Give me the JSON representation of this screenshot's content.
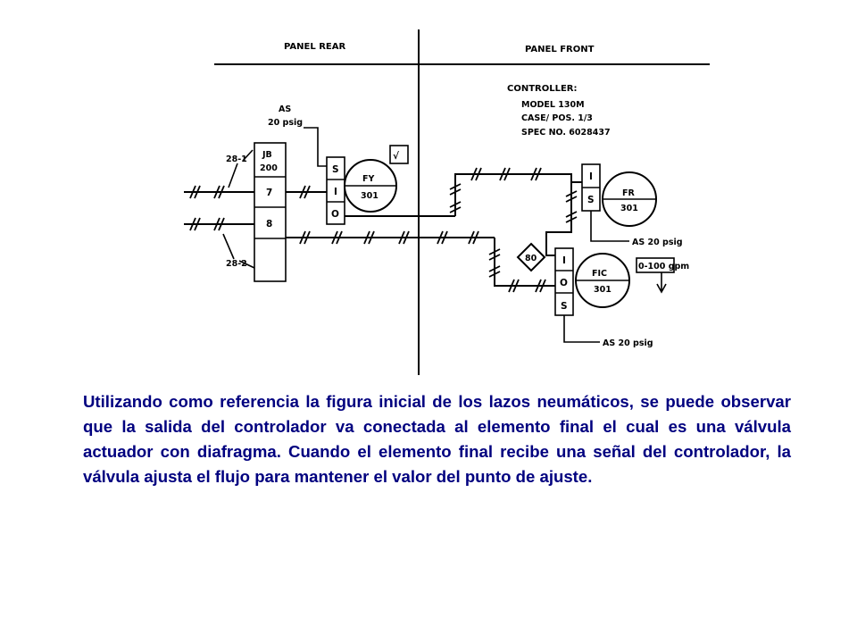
{
  "diagram": {
    "panel_rear": "PANEL REAR",
    "panel_front": "PANEL FRONT",
    "controller_info": [
      "CONTROLLER:",
      "MODEL 130M",
      "CASE/ POS. 1/3",
      "SPEC NO. 6028437"
    ],
    "as_top": [
      "AS",
      "20 psig"
    ],
    "tag_1": "28-1",
    "tag_2": "28-2",
    "jb": [
      "JB",
      "200"
    ],
    "jb_terms": [
      "7",
      "8"
    ],
    "fy": {
      "ports": [
        "S",
        "I",
        "O"
      ],
      "tag": "FY",
      "number": "301",
      "check": "√"
    },
    "fr": {
      "ports": [
        "I",
        "S"
      ],
      "tag": "FR",
      "number": "301",
      "supply": "AS 20 psig"
    },
    "fic": {
      "ports": [
        "I",
        "O",
        "S"
      ],
      "tag": "FIC",
      "number": "301",
      "supply": "AS 20 psig",
      "scale": "0-100 gpm",
      "interlock": "80"
    }
  },
  "caption": "Utilizando como referencia la figura inicial de los lazos neumáticos, se puede observar que la salida del controlador va conectada al elemento final el cual es una válvula actuador con diafragma. Cuando el elemento final recibe una señal del controlador, la válvula ajusta el flujo para mantener el valor del punto de ajuste."
}
